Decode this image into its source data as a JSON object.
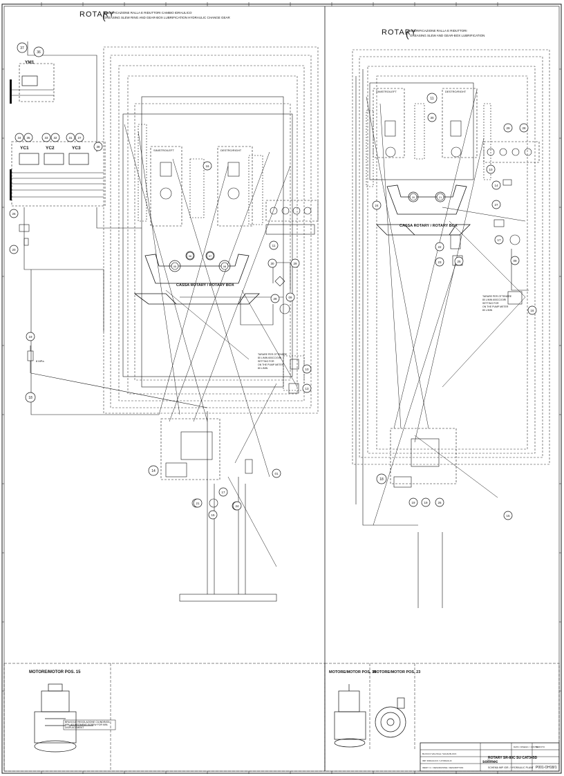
{
  "left_sheet": {
    "title_main": "ROTARY",
    "title_line1": "SBERIFICAZIONE RALLA E RIDUTTORI CAMBIO IDRAULICO",
    "title_line2": "GREASING SLEW RING AND GEAR-BOX LUBRIFICATION HYDRAULIC CHANGE GEAR",
    "box_label": "CASSA ROTARY / ROTARY BOX",
    "valves": [
      "YC1",
      "YC2",
      "YC3"
    ],
    "solenoid": "YM1",
    "note_lines": [
      "TARARE PER OTTENERE",
      "80 L/MIN 600CC/GIRI",
      "SETTING FOR",
      "ON THE PUMP METER",
      "80 L/MIN"
    ],
    "left_motor_label": "SINISTRO/LEFT",
    "right_motor_label": "DESTRO/RIGHT",
    "pressure_label": "8 MPa",
    "bottom_panel_title": "MOTORE/MOTOR POS. 15",
    "bottom_panel_note": "BRUGOLE REGOLAZIONE CILINDRATA MIN. ADJUSTMENT SCREW FOR MIN. DISPLACEMENT",
    "circles": [
      "37",
      "36",
      "34",
      "35",
      "33",
      "32",
      "31",
      "27",
      "38",
      "26",
      "20",
      "19",
      "18",
      "14",
      "16",
      "11",
      "30",
      "29",
      "28",
      "05",
      "06",
      "07",
      "08",
      "09",
      "10",
      "21",
      "17",
      "24",
      "13",
      "15",
      "01"
    ]
  },
  "right_sheet": {
    "title_main": "ROTARY",
    "title_line1": "SBERIFICAZIONE RALLA E RIDUTTORI",
    "title_line2": "GREASING SLEW AND GEAR-BOX LUBRIFICATION",
    "box_label": "CASSA ROTARY / ROTARY BOX",
    "left_motor_label": "SINISTRO/LEFT",
    "right_motor_label": "DESTRO/RIGHT",
    "note_lines": [
      "TARARE PER OTTENERE",
      "80 L/MIN 600CC/GIRI",
      "SETTING FOR",
      "ON THE PUMP METER",
      "80 L/MIN"
    ],
    "bottom_panel_a_title": "MOTORE/MOTOR POS. 15",
    "bottom_panel_b_title": "MOTORE/MOTOR POS. 23",
    "circles": [
      "11",
      "30",
      "29",
      "28",
      "14",
      "27",
      "24",
      "20",
      "21",
      "22",
      "23",
      "17",
      "16",
      "25",
      "18",
      "19",
      "19",
      "26",
      "15",
      "09",
      "10"
    ]
  },
  "title_block": {
    "company": "soilmec",
    "drawing_title": "ROTARY SR-80C SU CAT345D",
    "drawing_number": "P001-OH18/1",
    "subtitle": "SCHEMA IMP. IDR. / HYDRAULIC PLANT",
    "row1": "BLOCCO VALVOLE / VALVE BLOCK",
    "row2": "IMP. IDRAULICO / HYDRAULIC",
    "row3": "IDENT. N. / DESCRIZIONE / DESCRIPTION",
    "row4": "DATA / DISEGN. / CONTR.",
    "code": "SERVITO"
  },
  "colors": {
    "ink": "#111111",
    "paper": "#ffffff",
    "dashed": "#333333"
  }
}
